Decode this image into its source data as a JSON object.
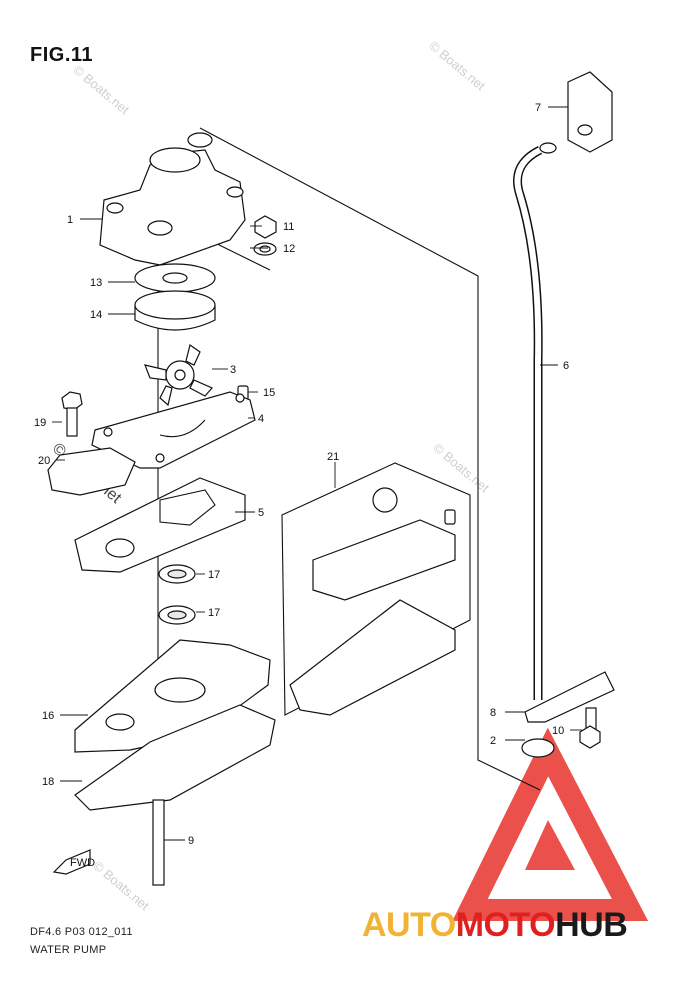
{
  "figure": {
    "title": "FIG.11",
    "caption_code": "DF4.6 P03 012_011",
    "caption_name": "WATER PUMP"
  },
  "watermarks": [
    "© Boats.net",
    "© Boats.net",
    "© Boats.net",
    "© Boats.net",
    "© Boats.net"
  ],
  "logo": {
    "part1": "AUTO",
    "part2": "MOTO",
    "part3": "HUB"
  },
  "colors": {
    "logo_yellow": "#f2b233",
    "logo_red": "#e02020",
    "logo_black": "#1a1a1a",
    "triangle": "#e8322b"
  },
  "callouts": [
    {
      "id": "c1",
      "label": "1"
    },
    {
      "id": "c2",
      "label": "2"
    },
    {
      "id": "c3",
      "label": "3"
    },
    {
      "id": "c4",
      "label": "4"
    },
    {
      "id": "c5",
      "label": "5"
    },
    {
      "id": "c6",
      "label": "6"
    },
    {
      "id": "c7",
      "label": "7"
    },
    {
      "id": "c8",
      "label": "8"
    },
    {
      "id": "c9",
      "label": "9"
    },
    {
      "id": "c10",
      "label": "10"
    },
    {
      "id": "c11",
      "label": "11"
    },
    {
      "id": "c12",
      "label": "12"
    },
    {
      "id": "c13",
      "label": "13"
    },
    {
      "id": "c14",
      "label": "14"
    },
    {
      "id": "c15",
      "label": "15"
    },
    {
      "id": "c16",
      "label": "16"
    },
    {
      "id": "c17a",
      "label": "17"
    },
    {
      "id": "c17b",
      "label": "17"
    },
    {
      "id": "c18",
      "label": "18"
    },
    {
      "id": "c19",
      "label": "19"
    },
    {
      "id": "c20",
      "label": "20"
    },
    {
      "id": "c21",
      "label": "21"
    }
  ],
  "fwd_label": "FWD"
}
